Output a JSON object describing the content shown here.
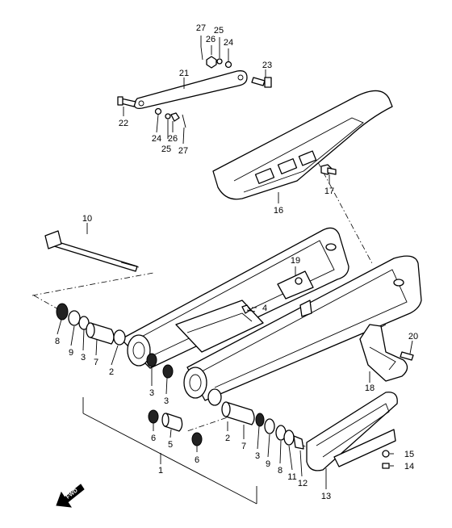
{
  "diagram": {
    "callouts": {
      "c1": "1",
      "c2a": "2",
      "c2b": "2",
      "c3a": "3",
      "c3b": "3",
      "c3c": "3",
      "c3d": "3",
      "c4": "4",
      "c5": "5",
      "c6a": "6",
      "c6b": "6",
      "c7a": "7",
      "c7b": "7",
      "c8a": "8",
      "c8b": "8",
      "c9a": "9",
      "c9b": "9",
      "c10": "10",
      "c11": "11",
      "c12": "12",
      "c13": "13",
      "c14": "14",
      "c15": "15",
      "c16": "16",
      "c17": "17",
      "c18": "18",
      "c19": "19",
      "c20": "20",
      "c21": "21",
      "c22": "22",
      "c23": "23",
      "c24a": "24",
      "c24b": "24",
      "c25a": "25",
      "c25b": "25",
      "c26a": "26",
      "c26b": "26",
      "c27a": "27",
      "c27b": "27"
    },
    "fwd_label": "FWD",
    "colors": {
      "line": "#000000",
      "background": "#ffffff"
    }
  }
}
